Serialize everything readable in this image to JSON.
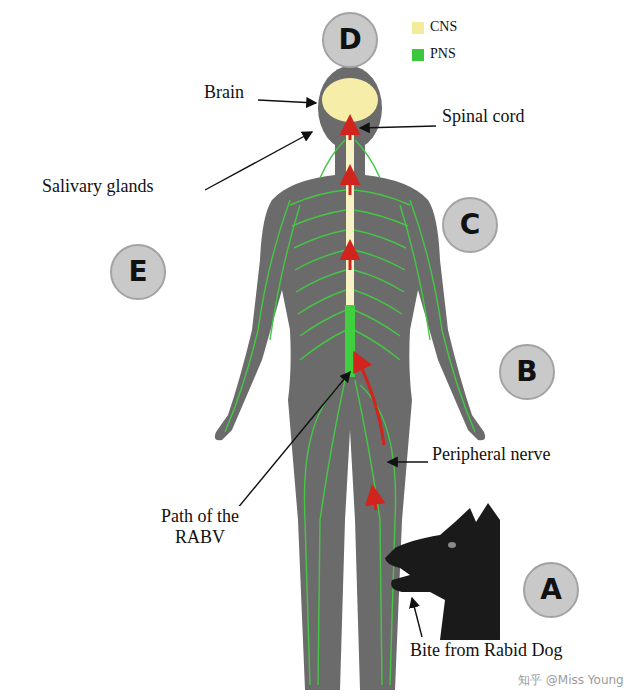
{
  "diagram": {
    "nodes": [
      {
        "text": [
          "D"
        ]
      },
      {
        "text": [
          "C"
        ]
      },
      {
        "text": [
          "E"
        ]
      },
      {
        "text": [
          "B"
        ]
      },
      {
        "text": [
          "A"
        ]
      }
    ],
    "labels": [
      "Brain",
      "Spinal cord",
      "Salivary glands",
      "Peripheral nerve",
      "Path of the RABV",
      "Bite from Rabid Dog",
      "知乎 @Miss Young"
    ],
    "legend": [
      {
        "text": "CNS",
        "color": "#f3ec9a"
      },
      {
        "text": "PNS",
        "color": "#3cc83c"
      }
    ]
  }
}
